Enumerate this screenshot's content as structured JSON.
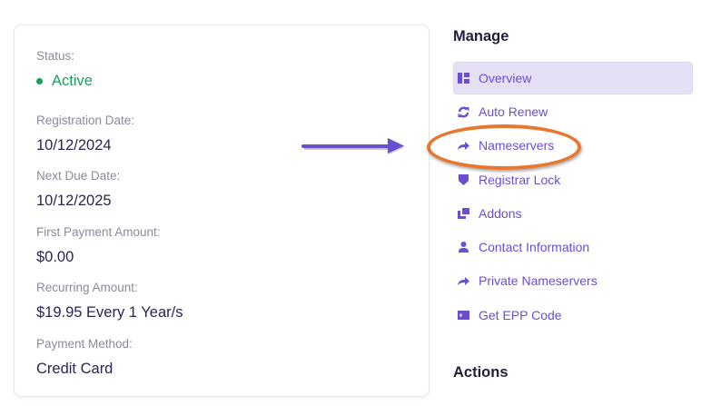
{
  "details": {
    "status": {
      "label": "Status:",
      "value": "Active",
      "color": "#1a9e5e"
    },
    "registration_date": {
      "label": "Registration Date:",
      "value": "10/12/2024"
    },
    "next_due_date": {
      "label": "Next Due Date:",
      "value": "10/12/2025"
    },
    "first_payment_amount": {
      "label": "First Payment Amount:",
      "value": "$0.00"
    },
    "recurring_amount": {
      "label": "Recurring Amount:",
      "value": "$19.95 Every 1 Year/s"
    },
    "payment_method": {
      "label": "Payment Method:",
      "value": "Credit Card"
    }
  },
  "manage": {
    "title": "Manage",
    "items": [
      {
        "label": "Overview",
        "icon": "dashboard-icon",
        "active": true
      },
      {
        "label": "Auto Renew",
        "icon": "sync-icon"
      },
      {
        "label": "Nameservers",
        "icon": "share-arrow-icon",
        "highlighted": true
      },
      {
        "label": "Registrar Lock",
        "icon": "shield-icon"
      },
      {
        "label": "Addons",
        "icon": "cubes-icon"
      },
      {
        "label": "Contact Information",
        "icon": "user-icon"
      },
      {
        "label": "Private Nameservers",
        "icon": "share-arrow-icon"
      },
      {
        "label": "Get EPP Code",
        "icon": "id-card-icon"
      }
    ]
  },
  "actions": {
    "title": "Actions"
  },
  "colors": {
    "accent": "#6b4fd0",
    "active_bg": "#e5e0f6",
    "annotation_arrow": "#6a4fd0",
    "annotation_ellipse": "#e8772e"
  }
}
